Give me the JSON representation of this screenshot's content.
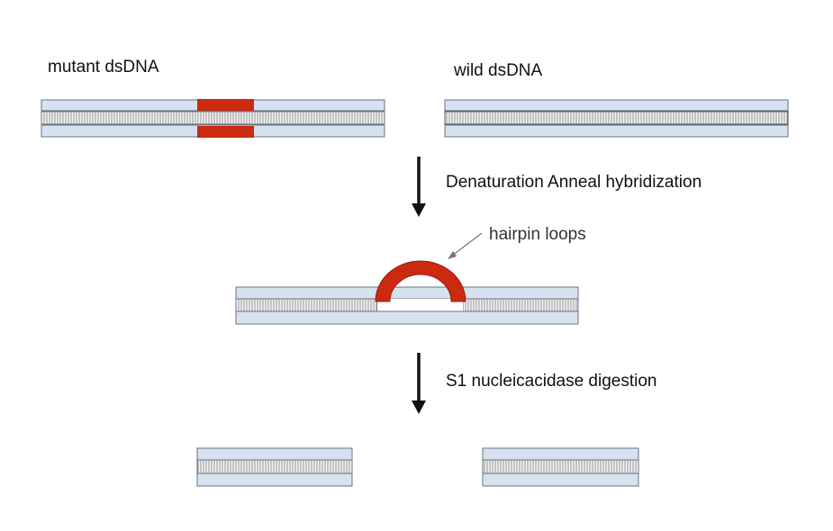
{
  "labels": {
    "mutant": "mutant dsDNA",
    "wild": "wild dsDNA",
    "step1": "Denaturation  Anneal hybridization",
    "hairpin": "hairpin loops",
    "step2": "S1 nucleicacidase digestion"
  },
  "colors": {
    "strand_fill": "#d7e2f1",
    "strand_stroke": "#6b7280",
    "mutation": "#cc2a10",
    "arrow": "#111111"
  }
}
